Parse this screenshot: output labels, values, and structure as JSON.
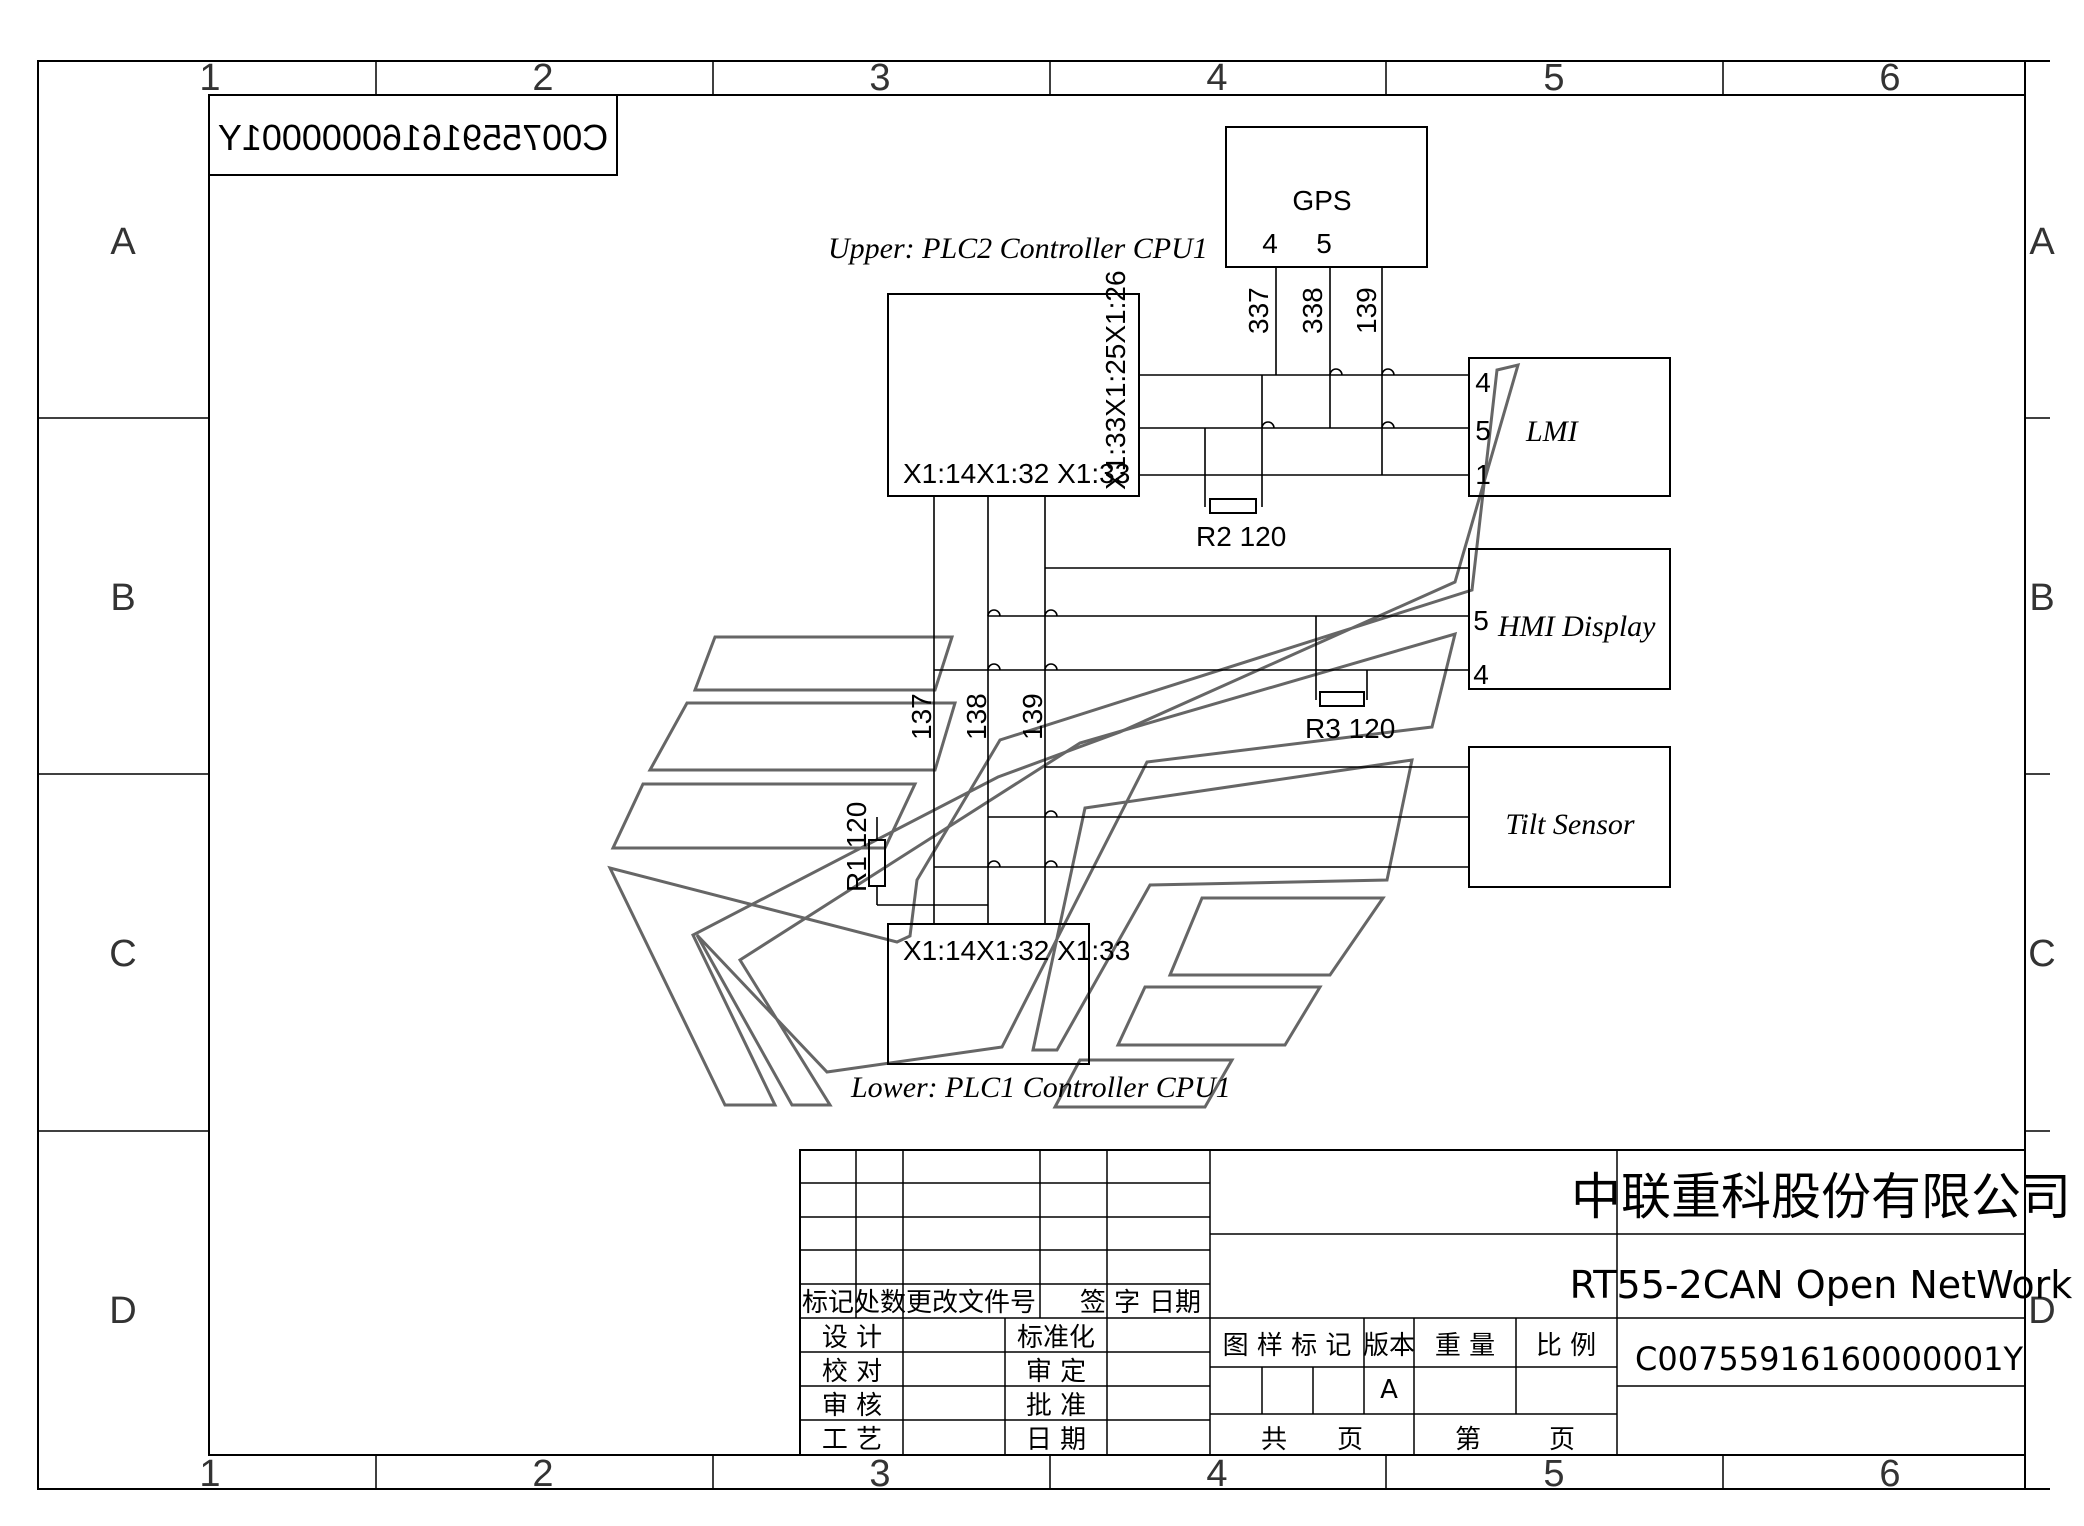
{
  "frame": {
    "columns": [
      "1",
      "2",
      "3",
      "4",
      "5",
      "6"
    ],
    "rows": [
      "A",
      "B",
      "C",
      "D"
    ],
    "drawing_code_mirrored": "C00755916160000001Y"
  },
  "components": {
    "gps": {
      "name": "GPS",
      "pin_a": "4",
      "pin_b": "5"
    },
    "upper_plc": {
      "caption": "Upper: PLC2 Controller CPU1",
      "bottom_pins": "X1:14X1:32 X1:33",
      "side_pins": "X1:33X1:25X1:26"
    },
    "lower_plc": {
      "caption": "Lower: PLC1 Controller CPU1",
      "top_pins": "X1:14X1:32 X1:33"
    },
    "lmi": {
      "name": "LMI",
      "pins": [
        "4",
        "5",
        "1"
      ]
    },
    "hmi": {
      "name": "HMI Display",
      "pins": [
        "5",
        "4"
      ]
    },
    "tilt": {
      "name": "Tilt Sensor"
    },
    "r1": "R1 120",
    "r2": "R2 120",
    "r3": "R3 120"
  },
  "wires": {
    "gps_wires": [
      "337",
      "338",
      "139"
    ],
    "bus_wires": [
      "137",
      "138",
      "139"
    ]
  },
  "title_block": {
    "revision_headers": [
      "标记",
      "处数",
      "更改文件号",
      "签  字",
      "日期"
    ],
    "left_roles": [
      "设  计",
      "校  对",
      "审  核",
      "工  艺"
    ],
    "right_roles": [
      "标准化",
      "审  定",
      "批  准",
      "日  期"
    ],
    "mid_headers": [
      "图 样 标 记",
      "版本",
      "重 量",
      "比 例"
    ],
    "version_value": "A",
    "sheet_labels": [
      "共",
      "页",
      "第",
      "页"
    ],
    "company": "中联重科股份有限公司",
    "drawing_title": "RT55-2CAN Open NetWork",
    "drawing_number": "C00755916160000001Y"
  }
}
